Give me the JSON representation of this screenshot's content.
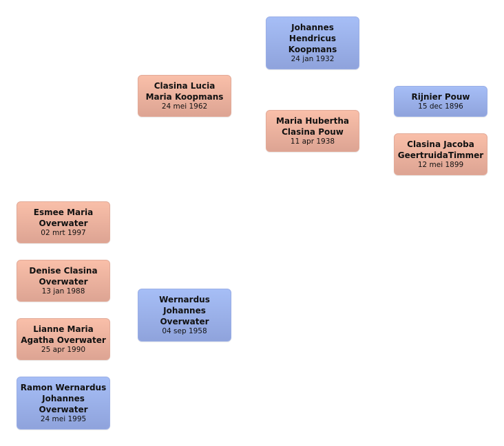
{
  "people": {
    "johannes_hendricus": {
      "name": "Johannes Hendricus Koopmans",
      "date": "24 jan 1932",
      "gender": "male"
    },
    "rijnier": {
      "name": "Rijnier Pouw",
      "date": "15 dec 1896",
      "gender": "male"
    },
    "clasina_lucia": {
      "name": "Clasina Lucia Maria Koopmans",
      "date": "24 mei 1962",
      "gender": "female"
    },
    "maria_hubertha": {
      "name": "Maria Hubertha Clasina Pouw",
      "date": "11 apr 1938",
      "gender": "female"
    },
    "clasina_jacoba": {
      "name": "Clasina Jacoba GeertruidaTimmer",
      "date": "12 mei 1899",
      "gender": "female"
    },
    "esmee": {
      "name": "Esmee Maria Overwater",
      "date": "02 mrt 1997",
      "gender": "female"
    },
    "denise": {
      "name": "Denise Clasina Overwater",
      "date": "13 jan 1988",
      "gender": "female"
    },
    "wernardus": {
      "name": "Wernardus Johannes Overwater",
      "date": "04 sep 1958",
      "gender": "male"
    },
    "lianne": {
      "name": "Lianne Maria Agatha Overwater",
      "date": "25 apr 1990",
      "gender": "female"
    },
    "ramon": {
      "name": "Ramon Wernardus Johannes Overwater",
      "date": "24 mei 1995",
      "gender": "male"
    }
  },
  "colors": {
    "female_top": "#f9bfa9",
    "female_bottom": "#dda493",
    "male_top": "#a6bef6",
    "male_bottom": "#8fa3dc",
    "background": "#ffffff"
  }
}
